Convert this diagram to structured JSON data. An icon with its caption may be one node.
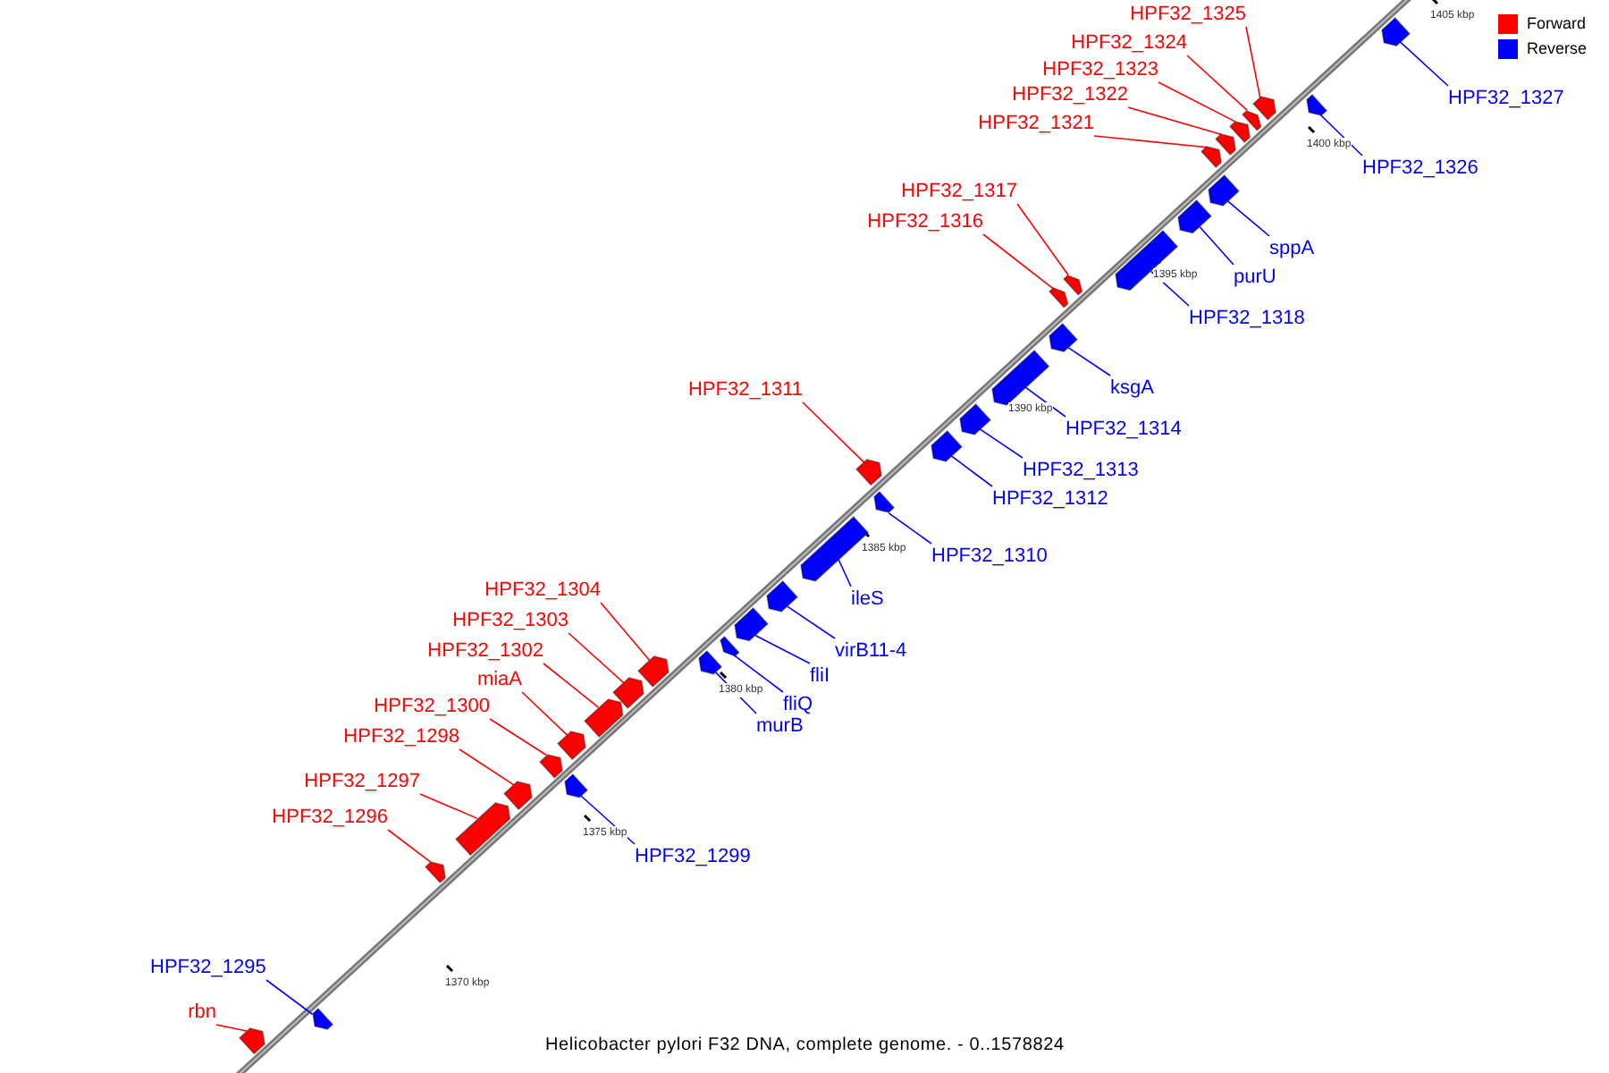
{
  "diagram": {
    "caption": "Helicobacter pylori F32 DNA, complete genome. - 0..1578824",
    "nodes": [
      {
        "text": [
          "HPF32_1325"
        ]
      },
      {
        "text": [],
        "shape": "pentagon"
      },
      {
        "text": [
          "HPF32_1324"
        ]
      },
      {
        "text": [],
        "shape": "pentagon"
      },
      {
        "text": [
          "HPF32_1323"
        ]
      },
      {
        "text": [],
        "shape": "pentagon"
      },
      {
        "text": [
          "HPF32_1322"
        ]
      },
      {
        "text": [],
        "shape": "pentagon"
      },
      {
        "text": [
          "HPF32_1327"
        ]
      },
      {
        "text": [],
        "shape": "pentagon"
      },
      {
        "text": [
          "HPF32_1321"
        ]
      },
      {
        "text": [],
        "shape": "pentagon"
      },
      {
        "text": [
          "HPF32_1326"
        ]
      },
      {
        "text": [],
        "shape": "pentagon"
      },
      {
        "text": [
          "HPF32_1317"
        ]
      },
      {
        "text": [],
        "shape": "pentagon"
      },
      {
        "text": [
          "HPF32_1316"
        ]
      },
      {
        "text": [],
        "shape": "pentagon"
      },
      {
        "text": [
          "sppA"
        ]
      },
      {
        "text": [],
        "shape": "pentagon"
      },
      {
        "text": [
          "purU"
        ]
      },
      {
        "text": [],
        "shape": "pentagon"
      },
      {
        "text": [
          "HPF32_1318"
        ]
      },
      {
        "text": [],
        "shape": "pentagon"
      },
      {
        "text": [
          "ksgA"
        ]
      },
      {
        "text": [],
        "shape": "pentagon"
      },
      {
        "text": [
          "HPF32_1311"
        ]
      },
      {
        "text": [],
        "shape": "pentagon"
      },
      {
        "text": [
          "HPF32_1314"
        ]
      },
      {
        "text": [],
        "shape": "pentagon"
      },
      {
        "text": [
          "HPF32_1313"
        ]
      },
      {
        "text": [],
        "shape": "pentagon"
      },
      {
        "text": [
          "HPF32_1312"
        ]
      },
      {
        "text": [],
        "shape": "pentagon"
      },
      {
        "text": [
          "HPF32_1310"
        ]
      },
      {
        "text": [],
        "shape": "pentagon"
      },
      {
        "text": [
          "HPF32_1304"
        ]
      },
      {
        "text": [],
        "shape": "pentagon"
      },
      {
        "text": [
          "ileS"
        ]
      },
      {
        "text": [],
        "shape": "pentagon"
      },
      {
        "text": [
          "HPF32_1303"
        ]
      },
      {
        "text": [],
        "shape": "pentagon"
      },
      {
        "text": [
          "HPF32_1302"
        ]
      },
      {
        "text": [],
        "shape": "pentagon"
      },
      {
        "text": [
          "virB11-4"
        ]
      },
      {
        "text": [],
        "shape": "pentagon"
      },
      {
        "text": [
          "fliI"
        ]
      },
      {
        "text": [],
        "shape": "pentagon"
      },
      {
        "text": [
          "miaA"
        ]
      },
      {
        "text": [],
        "shape": "pentagon"
      },
      {
        "text": [
          "fliQ"
        ]
      },
      {
        "text": [],
        "shape": "pentagon"
      },
      {
        "text": [
          "HPF32_1300"
        ]
      },
      {
        "text": [],
        "shape": "pentagon"
      },
      {
        "text": [
          "murB"
        ]
      },
      {
        "text": [],
        "shape": "pentagon"
      },
      {
        "text": [
          "HPF32_1298"
        ]
      },
      {
        "text": [],
        "shape": "pentagon"
      },
      {
        "text": [
          "HPF32_1297"
        ]
      },
      {
        "text": [],
        "shape": "pentagon"
      },
      {
        "text": [
          "HPF32_1296"
        ]
      },
      {
        "text": [],
        "shape": "pentagon"
      },
      {
        "text": [
          "HPF32_1299"
        ]
      },
      {
        "text": [],
        "shape": "pentagon"
      },
      {
        "text": [
          "HPF32_1295"
        ]
      },
      {
        "text": [],
        "shape": "pentagon"
      },
      {
        "text": [
          "rbn"
        ]
      },
      {
        "text": [],
        "shape": "pentagon"
      }
    ],
    "edges": [
      {
        "from": 0,
        "to": 1,
        "arrow": "none",
        "color": "#ff0000"
      },
      {
        "from": 2,
        "to": 3,
        "arrow": "none",
        "color": "#ff0000"
      },
      {
        "from": 4,
        "to": 5,
        "arrow": "none",
        "color": "#ff0000"
      },
      {
        "from": 6,
        "to": 7,
        "arrow": "none",
        "color": "#ff0000"
      },
      {
        "from": 8,
        "to": 9,
        "arrow": "none",
        "color": "#0000ff"
      },
      {
        "from": 10,
        "to": 11,
        "arrow": "none",
        "color": "#ff0000"
      },
      {
        "from": 12,
        "to": 13,
        "arrow": "none",
        "color": "#0000ff"
      },
      {
        "from": 14,
        "to": 15,
        "arrow": "none",
        "color": "#ff0000"
      },
      {
        "from": 16,
        "to": 17,
        "arrow": "none",
        "color": "#ff0000"
      },
      {
        "from": 18,
        "to": 19,
        "arrow": "none",
        "color": "#0000ff"
      },
      {
        "from": 20,
        "to": 21,
        "arrow": "none",
        "color": "#0000ff"
      },
      {
        "from": 22,
        "to": 23,
        "arrow": "none",
        "color": "#0000ff"
      },
      {
        "from": 24,
        "to": 25,
        "arrow": "none",
        "color": "#0000ff"
      },
      {
        "from": 26,
        "to": 27,
        "arrow": "none",
        "color": "#ff0000"
      },
      {
        "from": 28,
        "to": 29,
        "arrow": "none",
        "color": "#0000ff"
      },
      {
        "from": 30,
        "to": 31,
        "arrow": "none",
        "color": "#0000ff"
      },
      {
        "from": 32,
        "to": 33,
        "arrow": "none",
        "color": "#0000ff"
      },
      {
        "from": 34,
        "to": 35,
        "arrow": "none",
        "color": "#0000ff"
      },
      {
        "from": 36,
        "to": 37,
        "arrow": "none",
        "color": "#ff0000"
      },
      {
        "from": 38,
        "to": 39,
        "arrow": "none",
        "color": "#0000ff"
      },
      {
        "from": 40,
        "to": 41,
        "arrow": "none",
        "color": "#ff0000"
      },
      {
        "from": 42,
        "to": 43,
        "arrow": "none",
        "color": "#ff0000"
      },
      {
        "from": 44,
        "to": 45,
        "arrow": "none",
        "color": "#0000ff"
      },
      {
        "from": 46,
        "to": 47,
        "arrow": "none",
        "color": "#0000ff"
      },
      {
        "from": 48,
        "to": 49,
        "arrow": "none",
        "color": "#ff0000"
      },
      {
        "from": 50,
        "to": 51,
        "arrow": "none",
        "color": "#0000ff"
      },
      {
        "from": 52,
        "to": 53,
        "arrow": "none",
        "color": "#ff0000"
      },
      {
        "from": 54,
        "to": 55,
        "arrow": "none",
        "color": "#0000ff"
      },
      {
        "from": 56,
        "to": 57,
        "arrow": "none",
        "color": "#ff0000"
      },
      {
        "from": 58,
        "to": 59,
        "arrow": "none",
        "color": "#ff0000"
      },
      {
        "from": 60,
        "to": 61,
        "arrow": "none",
        "color": "#ff0000"
      },
      {
        "from": 62,
        "to": 63,
        "arrow": "none",
        "color": "#0000ff"
      },
      {
        "from": 64,
        "to": 65,
        "arrow": "none",
        "color": "#0000ff"
      },
      {
        "from": 66,
        "to": 67,
        "arrow": "none",
        "color": "#ff0000"
      }
    ],
    "labels": [
      "1405 kbp",
      "1400 kbp",
      "1395 kbp",
      "1390 kbp",
      "1385 kbp",
      "1380 kbp",
      "1375 kbp",
      "1370 kbp"
    ],
    "legend": [
      {
        "text": "Forward",
        "color": "#ff0000"
      },
      {
        "text": "Reverse",
        "color": "#0000ff"
      }
    ]
  }
}
